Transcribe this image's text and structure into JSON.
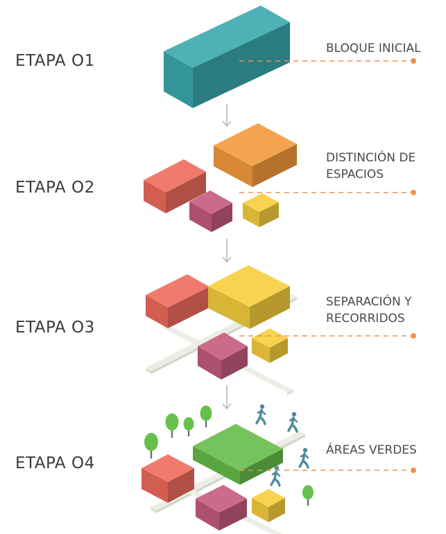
{
  "stages": [
    {
      "label": "ETAPA O1",
      "description": [
        "BLOQUE INICIAL"
      ]
    },
    {
      "label": "ETAPA O2",
      "description": [
        "DISTINCIÓN DE",
        "ESPACIOS"
      ]
    },
    {
      "label": "ETAPA O3",
      "description": [
        "SEPARACIÓN Y",
        "RECORRIDOS"
      ]
    },
    {
      "label": "ETAPA O4",
      "description": [
        "ÁREAS VERDES"
      ]
    }
  ],
  "colors": {
    "teal": "#3aa8ae",
    "orange": "#f39a3c",
    "coral": "#ee6b5c",
    "mauve": "#c45b7d",
    "yellow": "#f7ce3c",
    "green": "#66bc4a",
    "path": "#eceee6",
    "leader": "#f0914e",
    "arrow": "#b8b8b8",
    "person": "#4f8a9a"
  }
}
